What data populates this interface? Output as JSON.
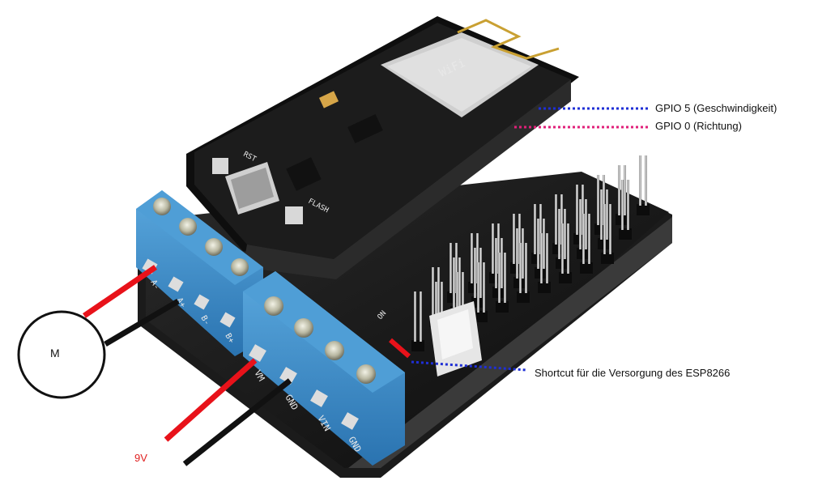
{
  "annotations": {
    "gpio5": "GPIO 5 (Geschwindigkeit)",
    "gpio0": "GPIO 0 (Richtung)",
    "shortcut": "Shortcut für die Versorgung des ESP8266",
    "voltage": "9V",
    "motor": "M"
  },
  "board": {
    "terminal_left_labels": [
      "A-",
      "A+",
      "B-",
      "B+"
    ],
    "terminal_right_labels": [
      "VM",
      "GND",
      "VIN",
      "GND"
    ],
    "switch_label": "ON",
    "button_labels": [
      "RST",
      "FLASH"
    ]
  },
  "colors": {
    "motor_wire_pos": "#e8121a",
    "motor_wire_neg": "#111111",
    "gpio5_line": "#1f2fd6",
    "gpio0_line": "#e0207a",
    "shortcut_line": "#1f2fd6",
    "terminal_blue": "#3c8ec8",
    "pcb_black": "#141414"
  }
}
